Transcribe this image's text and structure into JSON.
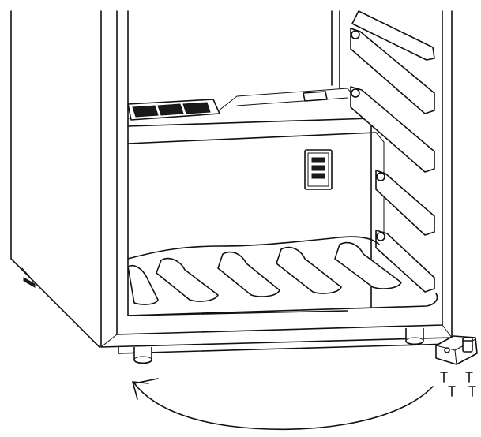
{
  "illustration": {
    "subject": "wine-cooler-door-hinge-reversal",
    "colors": {
      "line": "#111111",
      "background": "#ffffff",
      "dark_fill": "#1a1a1a"
    },
    "parts": [
      "cabinet-side-panel",
      "door-frame",
      "interior-rear-wall",
      "top-vent-grille",
      "control-panel",
      "door-shelf-rail",
      "bottom-rack",
      "leveling-foot",
      "bottom-hinge-bracket",
      "hinge-screw",
      "rotation-arrow"
    ]
  }
}
